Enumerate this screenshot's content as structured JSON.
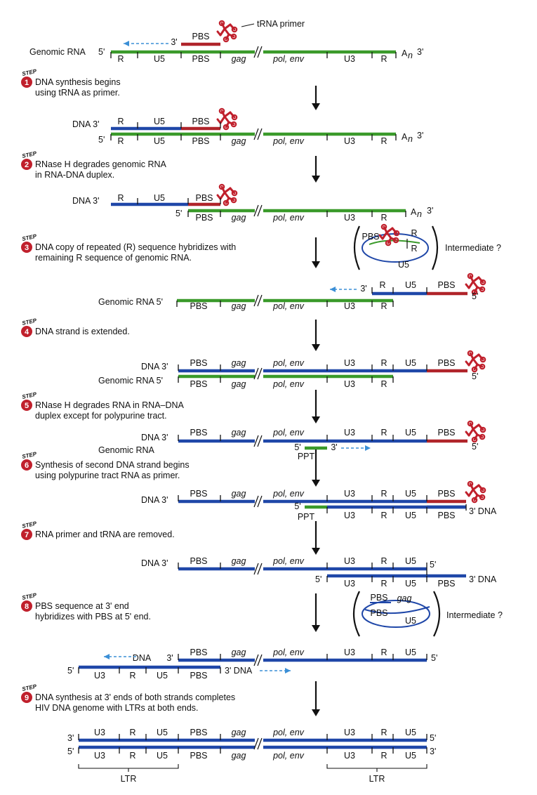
{
  "colors": {
    "rna": "#3a9a2a",
    "dna": "#1f47a8",
    "pbs": "#b0242a",
    "arrow_dash": "#3b8fd6",
    "badge": "#c0202c",
    "trna": "#c0202c"
  },
  "step_word": "STEP",
  "labels": {
    "trna_primer": "tRNA primer",
    "genomic_rna": "Genomic RNA",
    "genomic_rna_5": "Genomic RNA 5'",
    "dna_3": "DNA 3'",
    "dna": "DNA",
    "five": "5'",
    "three": "3'",
    "five_end": "5'",
    "three_end": "3'",
    "three_dna": "3' DNA",
    "an": "A",
    "an_sub": "n",
    "intermediate": "Intermediate ?",
    "ppt": "PPT",
    "ltr": "LTR"
  },
  "segments": {
    "R": "R",
    "U5": "U5",
    "PBS": "PBS",
    "gag": "gag",
    "polenv": "pol, env",
    "U3": "U3"
  },
  "steps": [
    {
      "num": "1",
      "text": [
        "DNA synthesis begins",
        "using tRNA as primer."
      ]
    },
    {
      "num": "2",
      "text": [
        "RNase H degrades genomic RNA",
        "in RNA-DNA duplex."
      ]
    },
    {
      "num": "3",
      "text": [
        "DNA copy of repeated (R) sequence hybridizes with",
        "remaining R sequence of genomic RNA."
      ]
    },
    {
      "num": "4",
      "text": [
        "DNA strand is extended."
      ]
    },
    {
      "num": "5",
      "text": [
        "RNase H degrades RNA in RNA–DNA",
        "duplex except for polypurine tract."
      ]
    },
    {
      "num": "6",
      "text": [
        "Synthesis of second DNA strand begins",
        "using polypurine tract RNA as primer."
      ]
    },
    {
      "num": "7",
      "text": [
        "RNA primer and tRNA are removed."
      ]
    },
    {
      "num": "8",
      "text": [
        "PBS sequence at 3' end",
        "hybridizes with PBS at 5' end."
      ]
    },
    {
      "num": "9",
      "text": [
        "DNA synthesis at 3' ends of both strands completes",
        "HIV DNA genome with LTRs at both ends."
      ]
    }
  ]
}
